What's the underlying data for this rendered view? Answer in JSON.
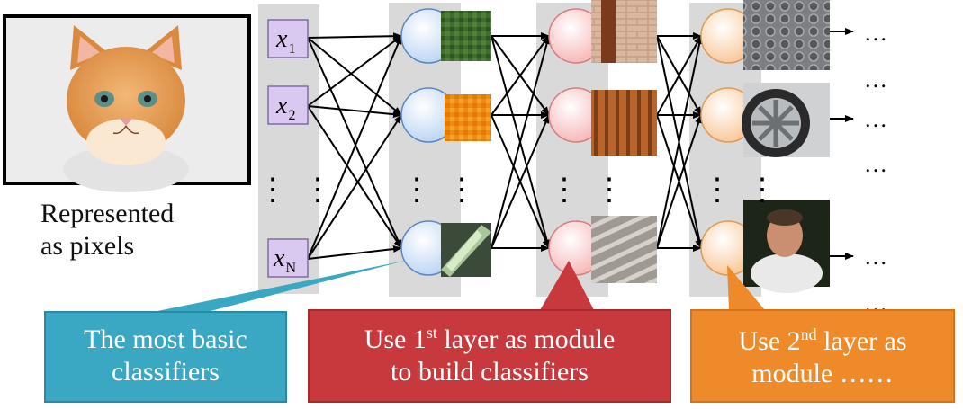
{
  "caption": {
    "line1": "Represented",
    "line2": "as pixels"
  },
  "inputs": [
    {
      "var": "x",
      "sub": "1"
    },
    {
      "var": "x",
      "sub": "2"
    },
    {
      "var": "x",
      "sub": "N"
    }
  ],
  "vertical_ellipsis": "⋮",
  "output_dots": "…",
  "callouts": {
    "basic": {
      "line1": "The most basic",
      "line2": "classifiers",
      "color": "#3aa7c3"
    },
    "layer1": {
      "pre": "Use 1",
      "sup": "st",
      "post": " layer as module",
      "line2": "to build classifiers",
      "color": "#c8393e"
    },
    "layer2": {
      "pre": "Use 2",
      "sup": "nd",
      "post": " layer as",
      "line2": "module ……",
      "color": "#ee8a2a"
    }
  },
  "colors": {
    "layer1_neuron": "#c8dcf6",
    "layer2_neuron": "#f9c3c3",
    "layer3_neuron": "#fbd1a8",
    "input_box": "#d9c9f0",
    "column_band": "#d9d9d9"
  }
}
